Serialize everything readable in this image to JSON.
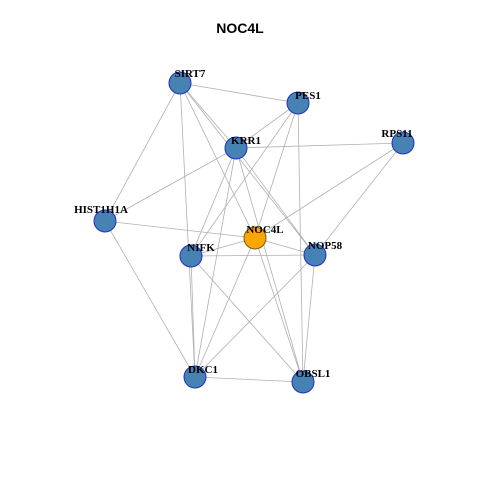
{
  "title": "NOC4L",
  "colors": {
    "background": "#ffffff",
    "edge": "#b0b0b0",
    "node_fill": "#4682b4",
    "node_stroke": "#1f2fbf",
    "center_fill": "#ffa500",
    "center_stroke": "#7a5a1a"
  },
  "network": {
    "nodes": [
      {
        "id": "SIRT7",
        "label": "SIRT7",
        "center": false
      },
      {
        "id": "PES1",
        "label": "PES1",
        "center": false
      },
      {
        "id": "RPS11",
        "label": "RPS11",
        "center": false
      },
      {
        "id": "KRR1",
        "label": "KRR1",
        "center": false
      },
      {
        "id": "HIST1H1A",
        "label": "HIST1H1A",
        "center": false
      },
      {
        "id": "NOC4L",
        "label": "NOC4L",
        "center": true
      },
      {
        "id": "NIFK",
        "label": "NIFK",
        "center": false
      },
      {
        "id": "NOP58",
        "label": "NOP58",
        "center": false
      },
      {
        "id": "DKC1",
        "label": "DKC1",
        "center": false
      },
      {
        "id": "OBSL1",
        "label": "OBSL1",
        "center": false
      }
    ],
    "edges": [
      [
        "SIRT7",
        "PES1"
      ],
      [
        "SIRT7",
        "KRR1"
      ],
      [
        "SIRT7",
        "HIST1H1A"
      ],
      [
        "SIRT7",
        "NOC4L"
      ],
      [
        "SIRT7",
        "NOP58"
      ],
      [
        "SIRT7",
        "DKC1"
      ],
      [
        "PES1",
        "KRR1"
      ],
      [
        "PES1",
        "NOC4L"
      ],
      [
        "PES1",
        "NIFK"
      ],
      [
        "PES1",
        "OBSL1"
      ],
      [
        "RPS11",
        "KRR1"
      ],
      [
        "RPS11",
        "NOC4L"
      ],
      [
        "RPS11",
        "NOP58"
      ],
      [
        "KRR1",
        "HIST1H1A"
      ],
      [
        "KRR1",
        "NIFK"
      ],
      [
        "KRR1",
        "NOP58"
      ],
      [
        "KRR1",
        "DKC1"
      ],
      [
        "KRR1",
        "OBSL1"
      ],
      [
        "HIST1H1A",
        "NOC4L"
      ],
      [
        "HIST1H1A",
        "DKC1"
      ],
      [
        "NOC4L",
        "NIFK"
      ],
      [
        "NOC4L",
        "NOP58"
      ],
      [
        "NOC4L",
        "DKC1"
      ],
      [
        "NOC4L",
        "OBSL1"
      ],
      [
        "NIFK",
        "NOP58"
      ],
      [
        "NIFK",
        "DKC1"
      ],
      [
        "NIFK",
        "OBSL1"
      ],
      [
        "NOP58",
        "DKC1"
      ],
      [
        "NOP58",
        "OBSL1"
      ],
      [
        "DKC1",
        "OBSL1"
      ]
    ]
  }
}
